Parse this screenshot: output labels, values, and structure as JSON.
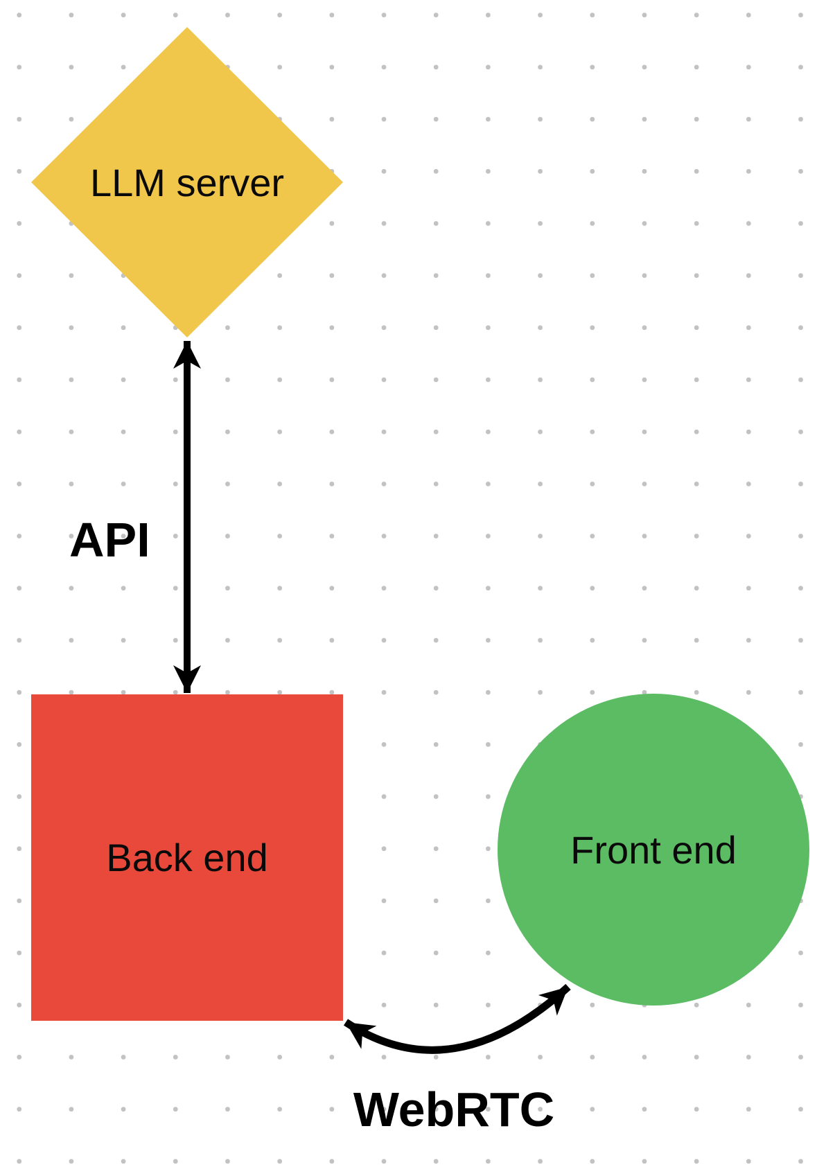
{
  "diagram": {
    "background": {
      "dot_color": "#c2c2c2",
      "canvas_color": "#ffffff"
    },
    "nodes": [
      {
        "id": "llm-server",
        "label": "LLM server",
        "shape": "diamond",
        "color": "#f0c74b"
      },
      {
        "id": "back-end",
        "label": "Back end",
        "shape": "square",
        "color": "#e9493b"
      },
      {
        "id": "front-end",
        "label": "Front end",
        "shape": "circle",
        "color": "#5cbc64"
      }
    ],
    "edges": [
      {
        "id": "api-edge",
        "label": "API",
        "from": "llm-server",
        "to": "back-end",
        "style": "straight-double-arrow",
        "color": "#000000"
      },
      {
        "id": "webrtc-edge",
        "label": "WebRTC",
        "from": "back-end",
        "to": "front-end",
        "style": "curved-double-arrow",
        "color": "#000000"
      }
    ]
  }
}
